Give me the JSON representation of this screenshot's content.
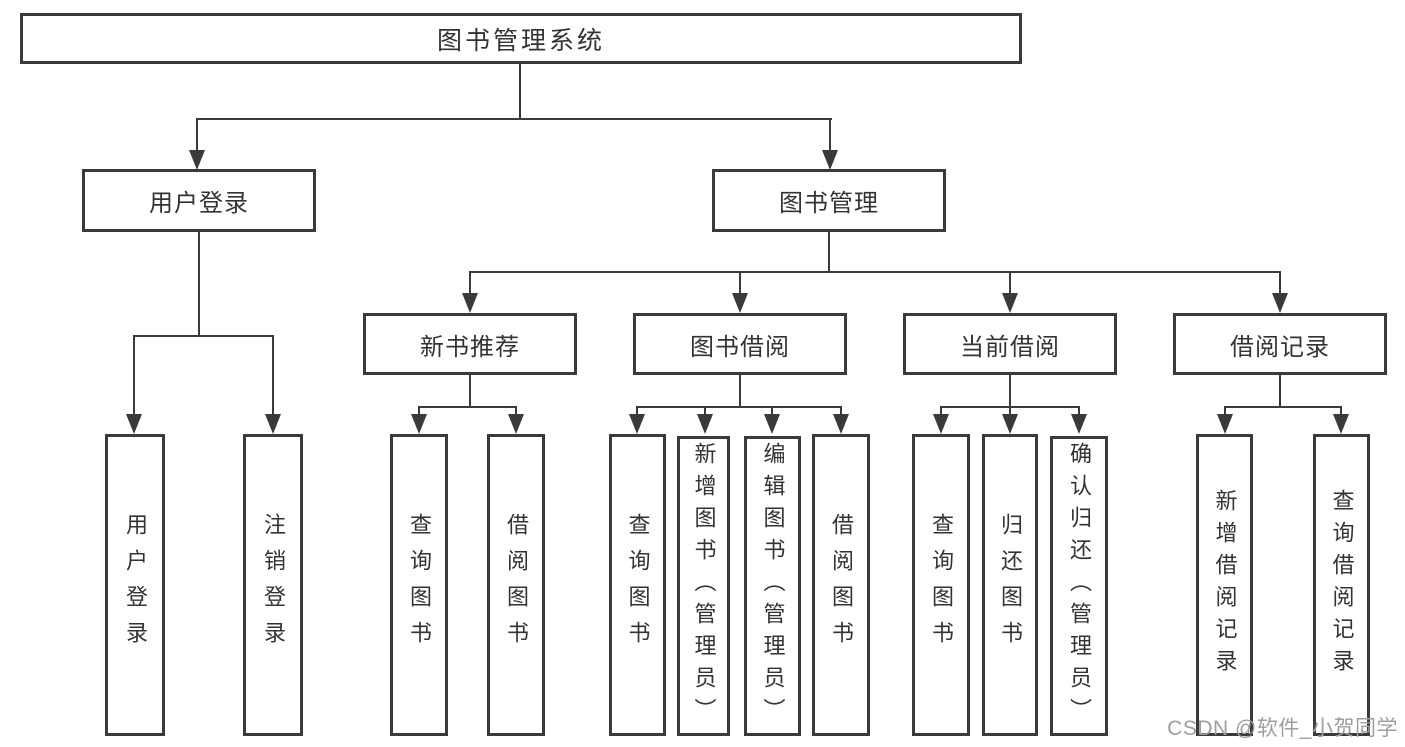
{
  "diagram_title": "图书管理系统",
  "nodes": {
    "root": "图书管理系统",
    "user_login": "用户登录",
    "book_management": "图书管理",
    "new_book_recommend": "新书推荐",
    "book_borrow": "图书借阅",
    "current_borrow": "当前借阅",
    "borrow_records": "借阅记录",
    "leaf_user_login": "用户登录",
    "leaf_logout": "注销登录",
    "leaf_nb_query_books": "查询图书",
    "leaf_nb_borrow_books": "借阅图书",
    "leaf_bb_query_books": "查询图书",
    "leaf_bb_add_books": "新增图书（管理员）",
    "leaf_bb_edit_books": "编辑图书（管理员）",
    "leaf_bb_borrow_books": "借阅图书",
    "leaf_cb_query_books": "查询图书",
    "leaf_cb_return_books": "归还图书",
    "leaf_cb_confirm_return": "确认归还（管理员）",
    "leaf_br_add_record": "新增借阅记录",
    "leaf_br_query_record": "查询借阅记录"
  },
  "hierarchy": {
    "图书管理系统": {
      "用户登录": [
        "用户登录",
        "注销登录"
      ],
      "图书管理": {
        "新书推荐": [
          "查询图书",
          "借阅图书"
        ],
        "图书借阅": [
          "查询图书",
          "新增图书（管理员）",
          "编辑图书（管理员）",
          "借阅图书"
        ],
        "当前借阅": [
          "查询图书",
          "归还图书",
          "确认归还（管理员）"
        ],
        "借阅记录": [
          "新增借阅记录",
          "查询借阅记录"
        ]
      }
    }
  },
  "watermark": {
    "text": "CSDN @软件_小贺同学"
  },
  "colors": {
    "background": "#ffffff",
    "box_border": "#3a3a3a",
    "line": "#3a3a3a",
    "text": "#333333",
    "watermark": "#9e9e9e"
  }
}
